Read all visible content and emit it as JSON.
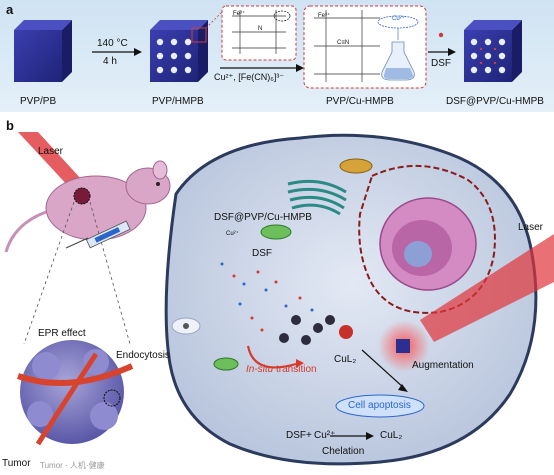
{
  "panel_a": {
    "letter": "a",
    "condition_temp": "140 °C",
    "condition_time": "4 h",
    "reagents": "Cu²⁺, [Fe(CN)₆]³⁻",
    "drug": "DSF",
    "labels": [
      "PVP/PB",
      "PVP/HMPB",
      "PVP/Cu-HMPB",
      "DSF@PVP/Cu-HMPB"
    ],
    "lattice_fe": "Fe³⁺",
    "lattice_n": "N",
    "lattice_cn": "C≡N",
    "lattice_cu": "Cu²⁺"
  },
  "panel_b": {
    "letter": "b",
    "laser_left": "Laser",
    "laser_right": "Laser",
    "epr": "EPR effect",
    "endocytosis": "Endocytosis",
    "tumor": "Tumor",
    "nanoparticle": "DSF@PVP/Cu-HMPB",
    "dsf": "DSF",
    "cu_ion": "Cu²⁺",
    "insitu": "In-situ",
    "transition": " transition",
    "cul2": "CuL₂",
    "augmentation": "Augmentation",
    "apoptosis": "Cell apoptosis",
    "eq_dsf": "DSF",
    "eq_plus": "+",
    "eq_cu": "Cu²⁺",
    "eq_product": "CuL₂",
    "chelation": "Chelation"
  },
  "colors": {
    "panel_a_bg": "#cfe3f3",
    "cube": "#2b2f8f",
    "cell": "#c9d4e6",
    "nucleus": "#d48ac2",
    "laser": "#e0343a",
    "mouse": "#d9a6c8",
    "apoptosis": "#2a66c9",
    "insitu": "#d63a2a"
  },
  "watermark": "Tumor · 人机·健康"
}
